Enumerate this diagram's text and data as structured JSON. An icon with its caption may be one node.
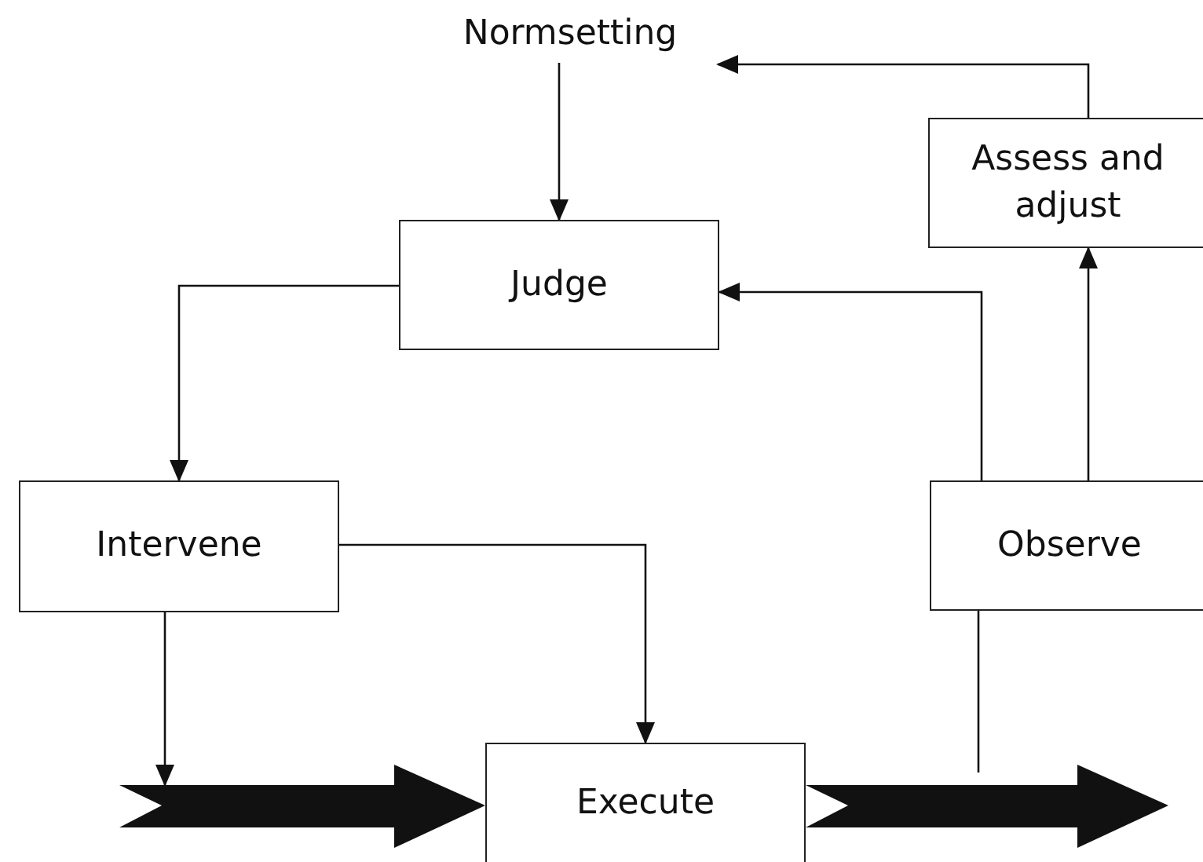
{
  "diagram": {
    "nodes": [
      {
        "text": [
          "Normsetting"
        ]
      },
      {
        "text": [
          "Assess and adjust"
        ]
      },
      {
        "text": [
          "Judge"
        ]
      },
      {
        "text": [
          "Intervene"
        ]
      },
      {
        "text": [
          "Observe"
        ]
      },
      {
        "text": [
          "Execute"
        ]
      }
    ],
    "edges": [
      {
        "from": 1,
        "to": 0,
        "arrow": "to"
      },
      {
        "from": 0,
        "to": 2,
        "arrow": "to"
      },
      {
        "from": 2,
        "to": 3,
        "arrow": "to"
      },
      {
        "from": 4,
        "to": 2,
        "arrow": "to"
      },
      {
        "from": 4,
        "to": 1,
        "arrow": "to"
      },
      {
        "from": 3,
        "to": 5,
        "arrow": "to"
      },
      {
        "from": 3,
        "to": null,
        "arrow": "to"
      },
      {
        "from": null,
        "to": 4,
        "arrow": "none"
      },
      {
        "from": null,
        "to": 5,
        "arrow": "to",
        "style": "thick"
      },
      {
        "from": 5,
        "to": null,
        "arrow": "to",
        "style": "thick"
      }
    ]
  }
}
